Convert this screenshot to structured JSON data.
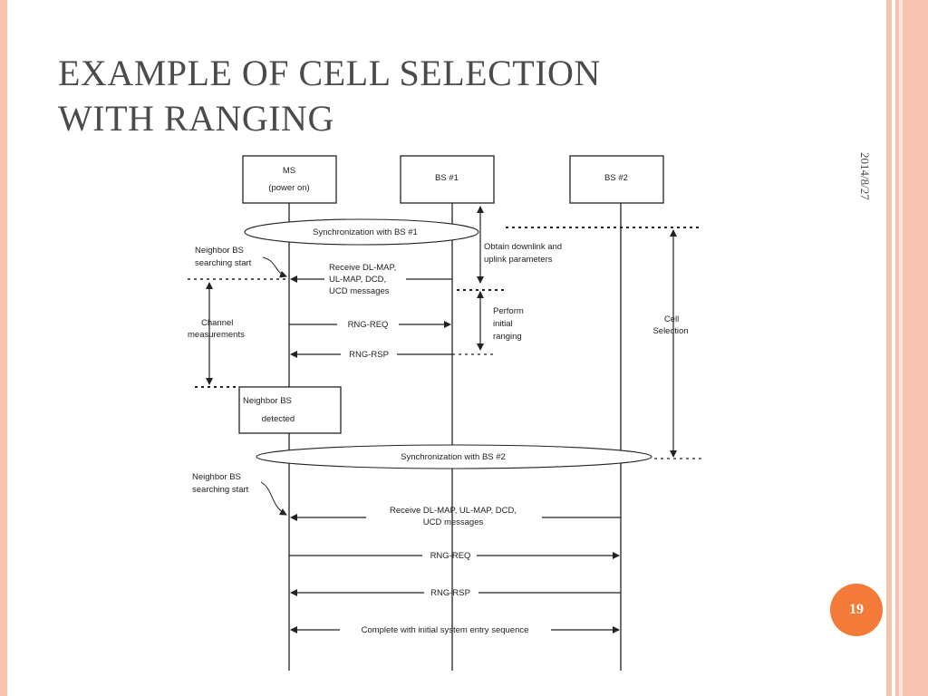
{
  "slide": {
    "title_line1": "EXAMPLE OF CELL SELECTION",
    "title_line2": "WITH RANGING",
    "date": "2014/8/27",
    "page_number": "19"
  },
  "diagram": {
    "ms_box": [
      "MS",
      "(power on)"
    ],
    "bs1_box": "BS #1",
    "bs2_box": "BS #2",
    "sync_bs1": "Synchronization with BS #1",
    "sync_bs2": "Synchronization with BS #2",
    "neighbor_search_1": [
      "Neighbor BS",
      "searching start"
    ],
    "neighbor_search_2": [
      "Neighbor BS",
      "searching start"
    ],
    "receive_msgs_1": [
      "Receive DL-MAP,",
      "UL-MAP, DCD,",
      "UCD messages"
    ],
    "obtain_params": [
      "Obtain downlink and",
      "uplink parameters"
    ],
    "perform_ranging": [
      "Perform",
      "initial",
      "ranging"
    ],
    "channel_measurements": [
      "Channel",
      "measurements"
    ],
    "rng_req_1": "RNG-REQ",
    "rng_rsp_1": "RNG-RSP",
    "neighbor_detected": [
      "Neighbor BS",
      "detected"
    ],
    "cell_selection": [
      "Cell",
      "Selection"
    ],
    "receive_msgs_2": [
      "Receive DL-MAP, UL-MAP, DCD,",
      "UCD messages"
    ],
    "rng_req_2": "RNG-REQ",
    "rng_rsp_2": "RNG-RSP",
    "complete_entry": "Complete with initial system entry sequence"
  }
}
